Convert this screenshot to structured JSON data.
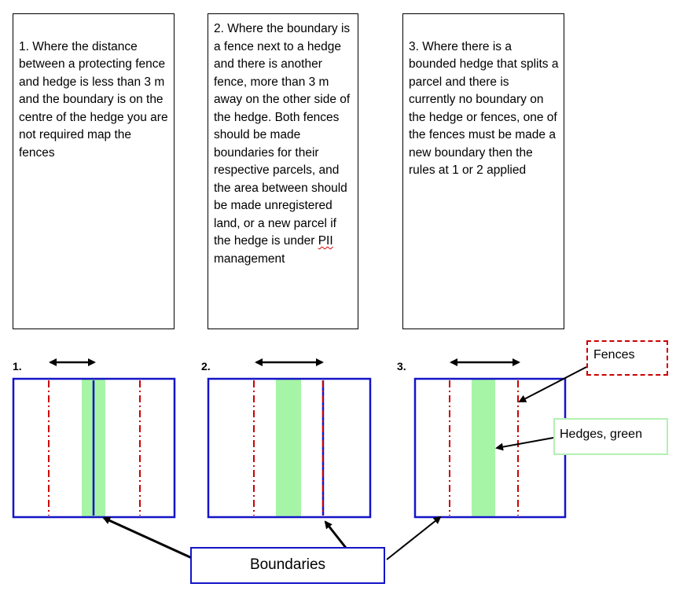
{
  "rules": [
    {
      "text": "1. Where the distance between a protecting fence and hedge is less than 3 m and the boundary is on the centre of the hedge you are not required map the fences"
    },
    {
      "text_main": "2. Where the boundary is a fence next to a hedge and there is another fence, more than 3 m away on the other side of the hedge. Both fences should be made boundaries for their respective parcels, and the area between should be made unregistered land, or a new parcel if the hedge is under ",
      "text_pii": "PII",
      "text_end": " management"
    },
    {
      "text": "3. Where there is a bounded hedge that splits a parcel and there is currently no boundary on the hedge or fences, one of the fences must be made a new boundary then the rules at 1 or 2 applied"
    }
  ],
  "panel_labels": [
    "1.",
    "2.",
    "3."
  ],
  "legend": {
    "fences": "Fences",
    "hedges": "Hedges, green",
    "boundaries": "Boundaries"
  },
  "colors": {
    "parcel_border": "#1414c8",
    "fence": "#cc0000",
    "hedge": "#a6f5a6",
    "arrow": "#000000"
  }
}
